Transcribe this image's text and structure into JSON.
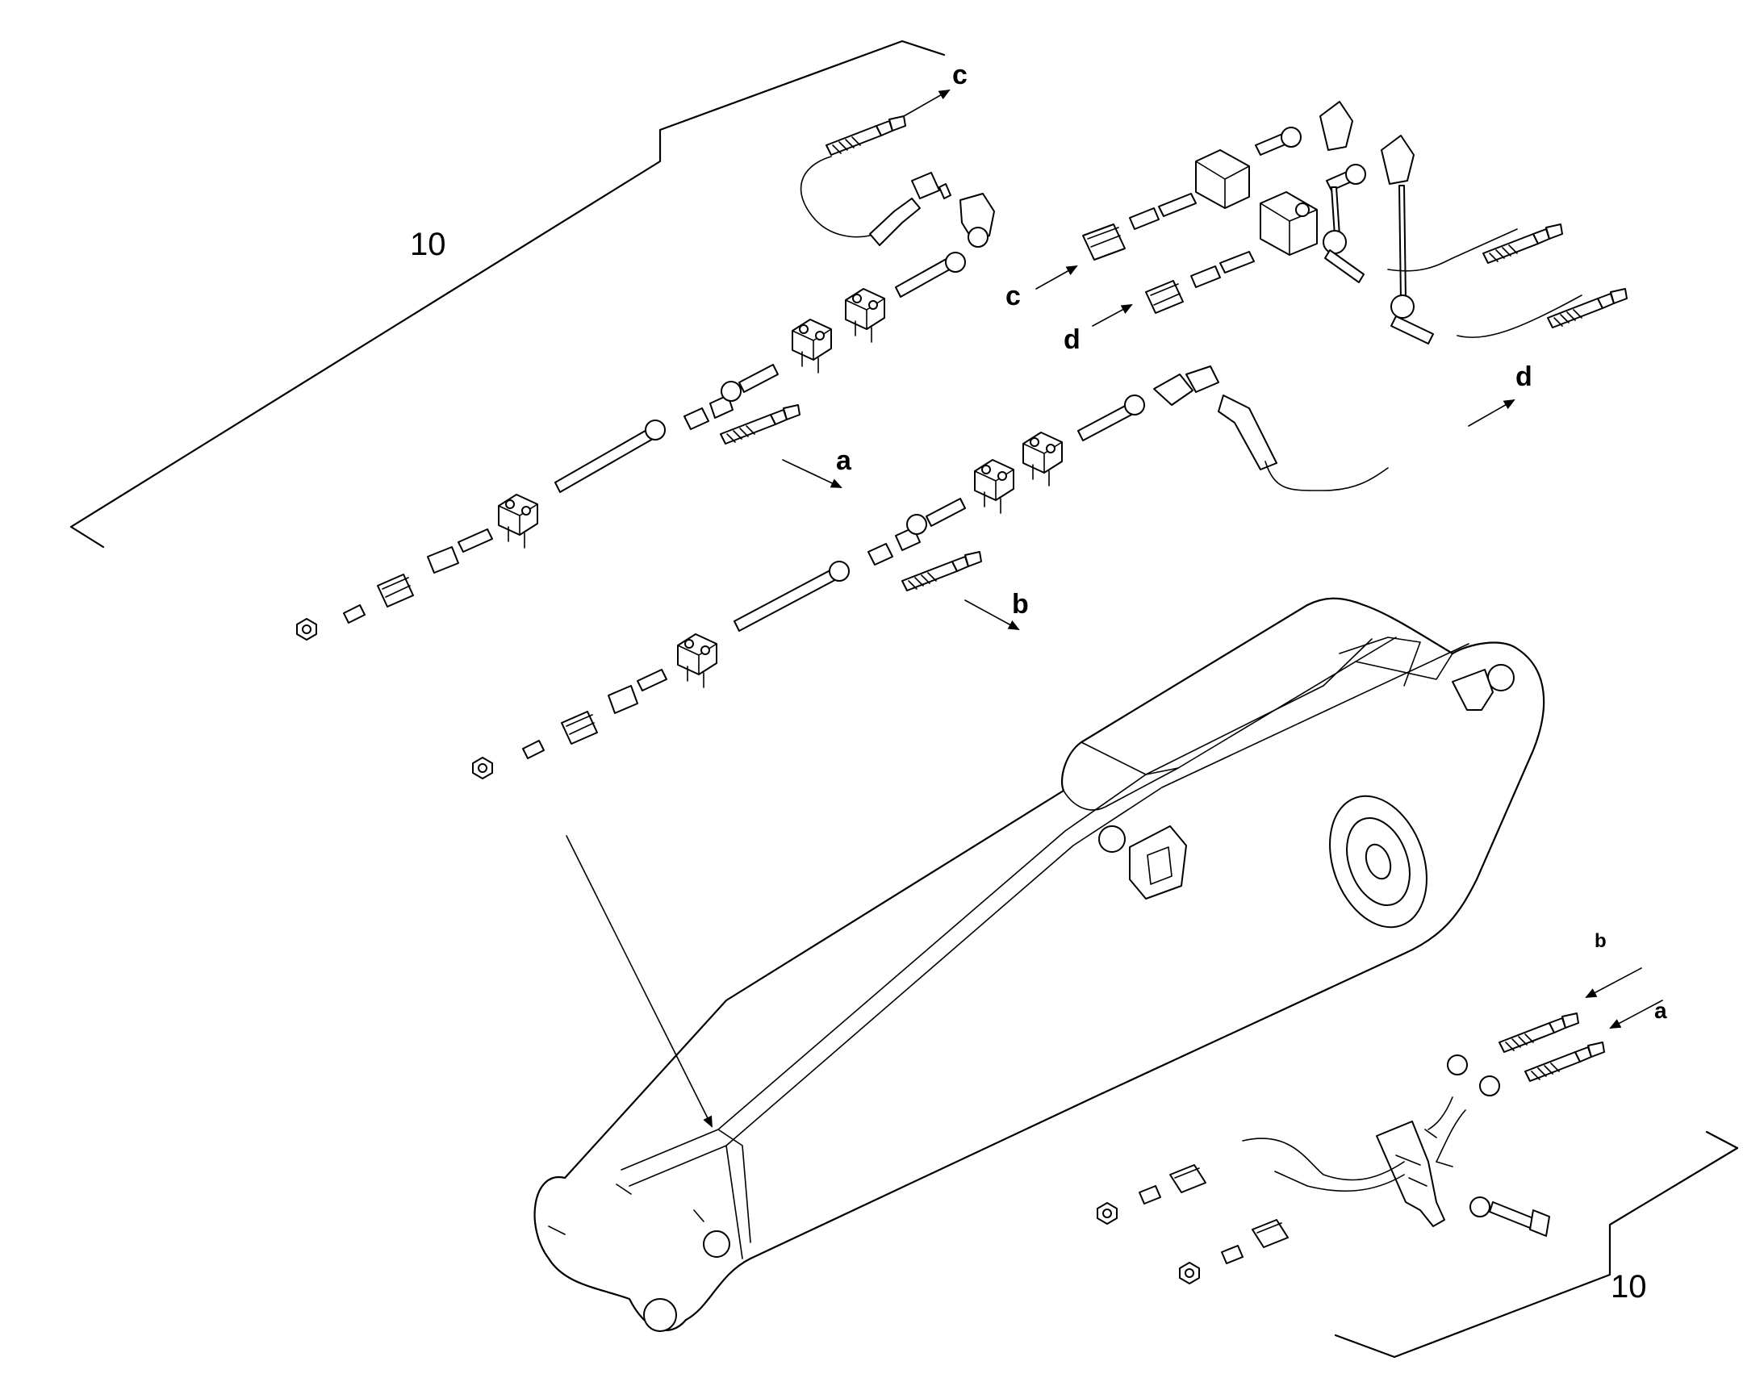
{
  "callouts": {
    "top_left": "10",
    "bottom_right": "10"
  },
  "letters": {
    "c_upper": "c",
    "c_lower": "c",
    "d_lower": "d",
    "d_right": "d",
    "a_mid": "a",
    "b_mid": "b",
    "b_bottom": "b",
    "a_bottom": "a"
  },
  "colors": {
    "line": "#000000",
    "background": "#ffffff"
  }
}
